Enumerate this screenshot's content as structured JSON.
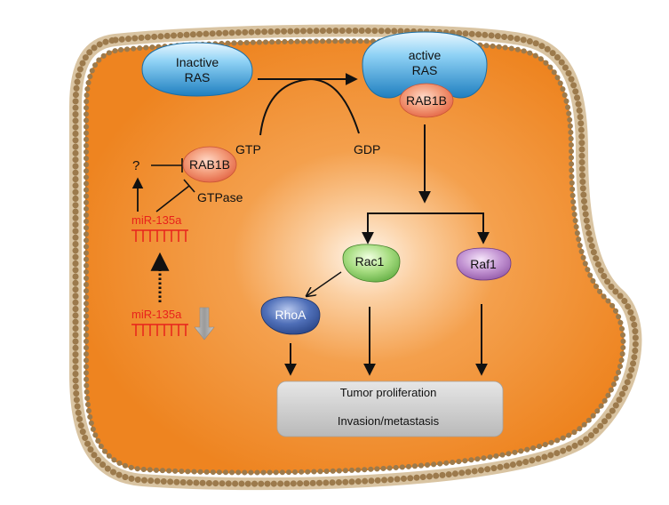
{
  "labels": {
    "inactive_ras_line1": "Inactive",
    "inactive_ras_line2": "RAS",
    "active_ras_line1": "active",
    "active_ras_line2": "RAS",
    "rab1b_active": "RAB1B",
    "rab1b_left": "RAB1B",
    "gtp": "GTP",
    "gdp": "GDP",
    "gtpase": "GTPase",
    "question": "?",
    "mir_upper": "miR-135a",
    "mir_lower": "miR-135a",
    "rac1": "Rac1",
    "raf1": "Raf1",
    "rhoa": "RhoA",
    "outcome_line1": "Tumor proliferation",
    "outcome_line2": "Invasion/metastasis"
  },
  "colors": {
    "cell_fill": "#f0861f",
    "membrane_head": "#a8865a",
    "ras_blue": "#3fa6dc",
    "rab1b_salmon": "#ef7d5e",
    "rac1_green": "#8ccf6a",
    "raf1_purple": "#b47cc4",
    "rhoa_blue": "#3b5aa0",
    "mirna_red": "#e8221c",
    "outcome_box": "#cfcfcf",
    "down_arrow_grey": "#a9a9a9"
  }
}
